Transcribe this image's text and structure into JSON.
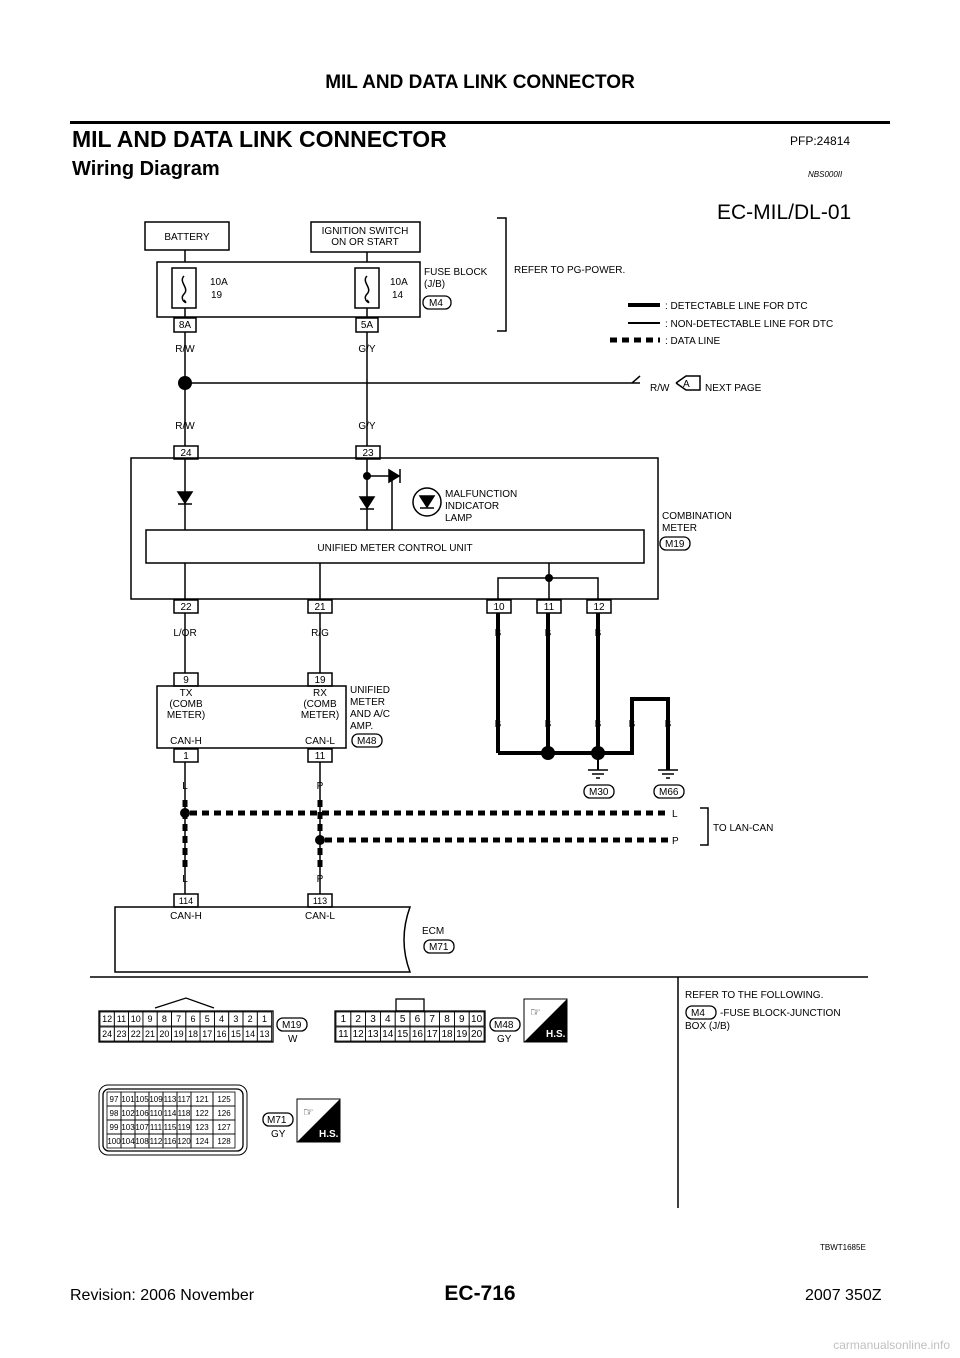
{
  "header": {
    "running_title": "MIL AND DATA LINK CONNECTOR",
    "section_title": "MIL AND DATA LINK CONNECTOR",
    "pfp": "PFP:24814",
    "subtitle": "Wiring Diagram",
    "nbs": "NBS000II"
  },
  "diagram": {
    "id": "EC-MIL/DL-01",
    "battery": "BATTERY",
    "ign_l1": "IGNITION SWITCH",
    "ign_l2": "ON OR START",
    "fuse_a_amp": "10A",
    "fuse_a_no": "19",
    "fuse_b_amp": "10A",
    "fuse_b_no": "14",
    "fuse_block_l1": "FUSE BLOCK",
    "fuse_block_l2": "(J/B)",
    "fuse_block_conn": "M4",
    "refer_pg": "REFER TO PG-POWER.",
    "legend_detect": ": DETECTABLE LINE FOR DTC",
    "legend_nondetect": ": NON-DETECTABLE LINE FOR DTC",
    "legend_data": ": DATA LINE",
    "term_8a": "8A",
    "term_5a": "5A",
    "wire_rw": "R/W",
    "wire_gy": "G/Y",
    "wire_lor": "L/OR",
    "wire_rg": "R/G",
    "wire_b": "B",
    "wire_l": "L",
    "wire_p": "P",
    "next_page_mark": "A",
    "next_page": "NEXT PAGE",
    "term_24": "24",
    "term_23": "23",
    "term_22": "22",
    "term_21": "21",
    "term_10": "10",
    "term_11": "11",
    "term_12": "12",
    "mil_l1": "MALFUNCTION",
    "mil_l2": "INDICATOR",
    "mil_l3": "LAMP",
    "combo_l1": "COMBINATION",
    "combo_l2": "METER",
    "combo_conn": "M19",
    "umcu": "UNIFIED METER CONTROL UNIT",
    "amp_term_9": "9",
    "amp_term_19": "19",
    "amp_term_1": "1",
    "amp_term_11": "11",
    "tx_l1": "TX",
    "tx_l2": "(COMB",
    "tx_l3": "METER)",
    "rx_l1": "RX",
    "rx_l2": "(COMB",
    "rx_l3": "METER)",
    "can_h": "CAN-H",
    "can_l": "CAN-L",
    "amp_l1": "UNIFIED",
    "amp_l2": "METER",
    "amp_l3": "AND A/C",
    "amp_l4": "AMP.",
    "amp_conn": "M48",
    "gnd_m30": "M30",
    "gnd_m66": "M66",
    "to_lan": "TO LAN-CAN",
    "ecm_term_114": "114",
    "ecm_term_113": "113",
    "ecm": "ECM",
    "ecm_conn": "M71"
  },
  "connectors": {
    "m19": {
      "label": "M19",
      "color": "W",
      "row1": [
        "12",
        "11",
        "10",
        "9",
        "8",
        "7",
        "6",
        "5",
        "4",
        "3",
        "2",
        "1"
      ],
      "row2": [
        "24",
        "23",
        "22",
        "21",
        "20",
        "19",
        "18",
        "17",
        "16",
        "15",
        "14",
        "13"
      ]
    },
    "m48": {
      "label": "M48",
      "color": "GY",
      "row1": [
        "1",
        "2",
        "3",
        "4",
        "5",
        "6",
        "7",
        "8",
        "9",
        "10"
      ],
      "row2": [
        "11",
        "12",
        "13",
        "14",
        "15",
        "16",
        "17",
        "18",
        "19",
        "20"
      ]
    },
    "m71": {
      "label": "M71",
      "color": "GY",
      "rows": [
        [
          "97",
          "101",
          "105",
          "109",
          "113",
          "117",
          "121",
          "125"
        ],
        [
          "98",
          "102",
          "106",
          "110",
          "114",
          "118",
          "122",
          "126"
        ],
        [
          "99",
          "103",
          "107",
          "111",
          "115",
          "119",
          "123",
          "127"
        ],
        [
          "100",
          "104",
          "108",
          "112",
          "116",
          "120",
          "124",
          "128"
        ]
      ]
    },
    "hs": "H.S.",
    "refer_title": "REFER TO THE FOLLOWING.",
    "refer_conn": "M4",
    "refer_l1": "-FUSE BLOCK-JUNCTION",
    "refer_l2": "BOX (J/B)",
    "figure_code": "TBWT1685E"
  },
  "footer": {
    "page": "EC-716",
    "revision": "Revision: 2006 November",
    "model": "2007 350Z",
    "watermark": "carmanualsonline.info"
  }
}
